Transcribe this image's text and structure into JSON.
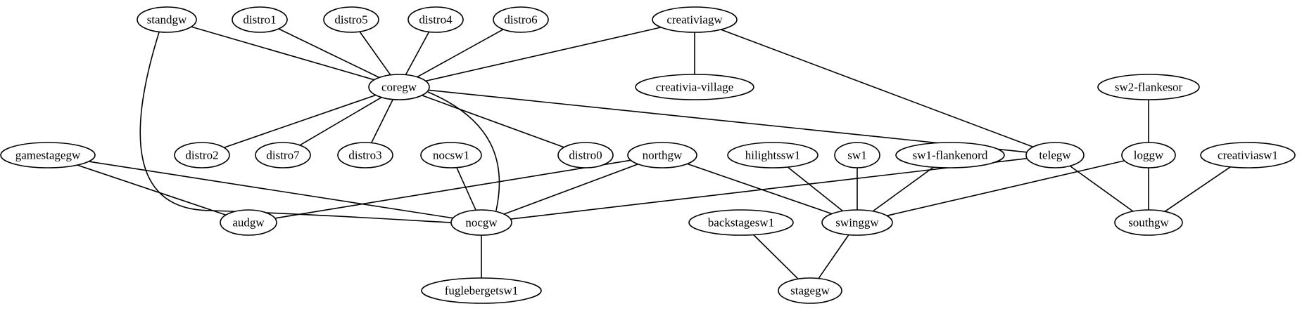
{
  "graph": {
    "nodes": [
      {
        "id": "standgw",
        "label": "standgw"
      },
      {
        "id": "distro1",
        "label": "distro1"
      },
      {
        "id": "distro5",
        "label": "distro5"
      },
      {
        "id": "distro4",
        "label": "distro4"
      },
      {
        "id": "distro6",
        "label": "distro6"
      },
      {
        "id": "creativiagw",
        "label": "creativiagw"
      },
      {
        "id": "coregw",
        "label": "coregw"
      },
      {
        "id": "creativia-village",
        "label": "creativia-village"
      },
      {
        "id": "sw2-flankesor",
        "label": "sw2-flankesor"
      },
      {
        "id": "gamestagegw",
        "label": "gamestagegw"
      },
      {
        "id": "distro2",
        "label": "distro2"
      },
      {
        "id": "distro7",
        "label": "distro7"
      },
      {
        "id": "distro3",
        "label": "distro3"
      },
      {
        "id": "nocsw1",
        "label": "nocsw1"
      },
      {
        "id": "distro0",
        "label": "distro0"
      },
      {
        "id": "northgw",
        "label": "northgw"
      },
      {
        "id": "hilightssw1",
        "label": "hilightssw1"
      },
      {
        "id": "sw1",
        "label": "sw1"
      },
      {
        "id": "sw1-flankenord",
        "label": "sw1-flankenord"
      },
      {
        "id": "telegw",
        "label": "telegw"
      },
      {
        "id": "loggw",
        "label": "loggw"
      },
      {
        "id": "creativiasw1",
        "label": "creativiasw1"
      },
      {
        "id": "audgw",
        "label": "audgw"
      },
      {
        "id": "nocgw",
        "label": "nocgw"
      },
      {
        "id": "backstagesw1",
        "label": "backstagesw1"
      },
      {
        "id": "swinggw",
        "label": "swinggw"
      },
      {
        "id": "southgw",
        "label": "southgw"
      },
      {
        "id": "fuglebergetsw1",
        "label": "fuglebergetsw1"
      },
      {
        "id": "stagegw",
        "label": "stagegw"
      }
    ],
    "edges": [
      [
        "standgw",
        "coregw"
      ],
      [
        "standgw",
        "nocgw"
      ],
      [
        "distro1",
        "coregw"
      ],
      [
        "distro5",
        "coregw"
      ],
      [
        "distro4",
        "coregw"
      ],
      [
        "distro6",
        "coregw"
      ],
      [
        "creativiagw",
        "coregw"
      ],
      [
        "creativiagw",
        "creativia-village"
      ],
      [
        "creativiagw",
        "telegw"
      ],
      [
        "coregw",
        "distro2"
      ],
      [
        "coregw",
        "distro7"
      ],
      [
        "coregw",
        "distro3"
      ],
      [
        "coregw",
        "distro0"
      ],
      [
        "coregw",
        "nocgw"
      ],
      [
        "coregw",
        "telegw"
      ],
      [
        "sw2-flankesor",
        "loggw"
      ],
      [
        "gamestagegw",
        "audgw"
      ],
      [
        "gamestagegw",
        "nocgw"
      ],
      [
        "nocsw1",
        "nocgw"
      ],
      [
        "northgw",
        "audgw"
      ],
      [
        "northgw",
        "nocgw"
      ],
      [
        "northgw",
        "swinggw"
      ],
      [
        "hilightssw1",
        "swinggw"
      ],
      [
        "sw1",
        "swinggw"
      ],
      [
        "sw1-flankenord",
        "swinggw"
      ],
      [
        "telegw",
        "nocgw"
      ],
      [
        "telegw",
        "southgw"
      ],
      [
        "loggw",
        "swinggw"
      ],
      [
        "loggw",
        "southgw"
      ],
      [
        "creativiasw1",
        "southgw"
      ],
      [
        "nocgw",
        "fuglebergetsw1"
      ],
      [
        "backstagesw1",
        "stagegw"
      ],
      [
        "swinggw",
        "stagegw"
      ]
    ]
  }
}
